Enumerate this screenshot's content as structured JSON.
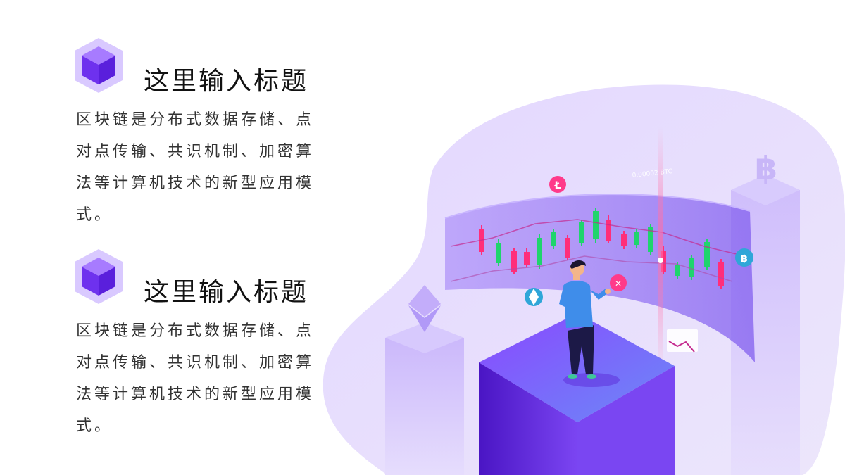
{
  "sections": [
    {
      "title": "这里输入标题",
      "body": "区块链是分布式数据存储、点对点传输、共识机制、加密算法等计算机技术的新型应用模式。"
    },
    {
      "title": "这里输入标题",
      "body": "区块链是分布式数据存储、点对点传输、共识机制、加密算法等计算机技术的新型应用模式。"
    }
  ],
  "illustration": {
    "btc_label": "0.00002 BTC",
    "icons": [
      "litecoin-icon",
      "bitcoin-icon",
      "ethereum-icon",
      "ripple-icon"
    ]
  },
  "colors": {
    "accent": "#7a3cf0",
    "accent_light": "#b9a3ff",
    "bull": "#1fd46d",
    "bear": "#ff2e7a",
    "blob": "#e7defd"
  }
}
